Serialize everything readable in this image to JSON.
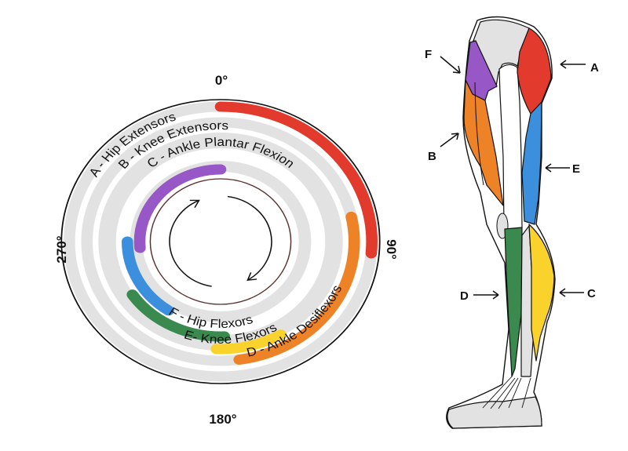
{
  "degree_labels": {
    "top": "0°",
    "right": "90°",
    "bottom": "180°",
    "left": "270°"
  },
  "colors": {
    "A": "#e23b2e",
    "B": "#ee8227",
    "C": "#f9d32b",
    "D": "#3a8a4f",
    "E": "#3b8fdc",
    "F": "#9757c7",
    "track": "#e2e2e2",
    "bone": "#e2e2e2"
  },
  "muscle_groups": [
    {
      "key": "A",
      "label": "A - Hip Extensors",
      "range_deg": [
        0,
        95
      ]
    },
    {
      "key": "B",
      "label": "B - Knee Extensors",
      "range_deg": [
        78,
        172
      ]
    },
    {
      "key": "C",
      "label": "C - Ankle Plantar Flexion",
      "range_deg": [
        150,
        182
      ]
    },
    {
      "key": "D",
      "label": "D - Ankle Desiflexors",
      "range_deg": [
        178,
        236
      ]
    },
    {
      "key": "E",
      "label": "E- Knee Flexors",
      "range_deg": [
        214,
        270
      ]
    },
    {
      "key": "F",
      "label": "F - Hip Flexors",
      "range_deg": [
        265,
        360
      ]
    }
  ],
  "leg_labels": {
    "A": "A",
    "B": "B",
    "C": "C",
    "D": "D",
    "E": "E",
    "F": "F"
  }
}
